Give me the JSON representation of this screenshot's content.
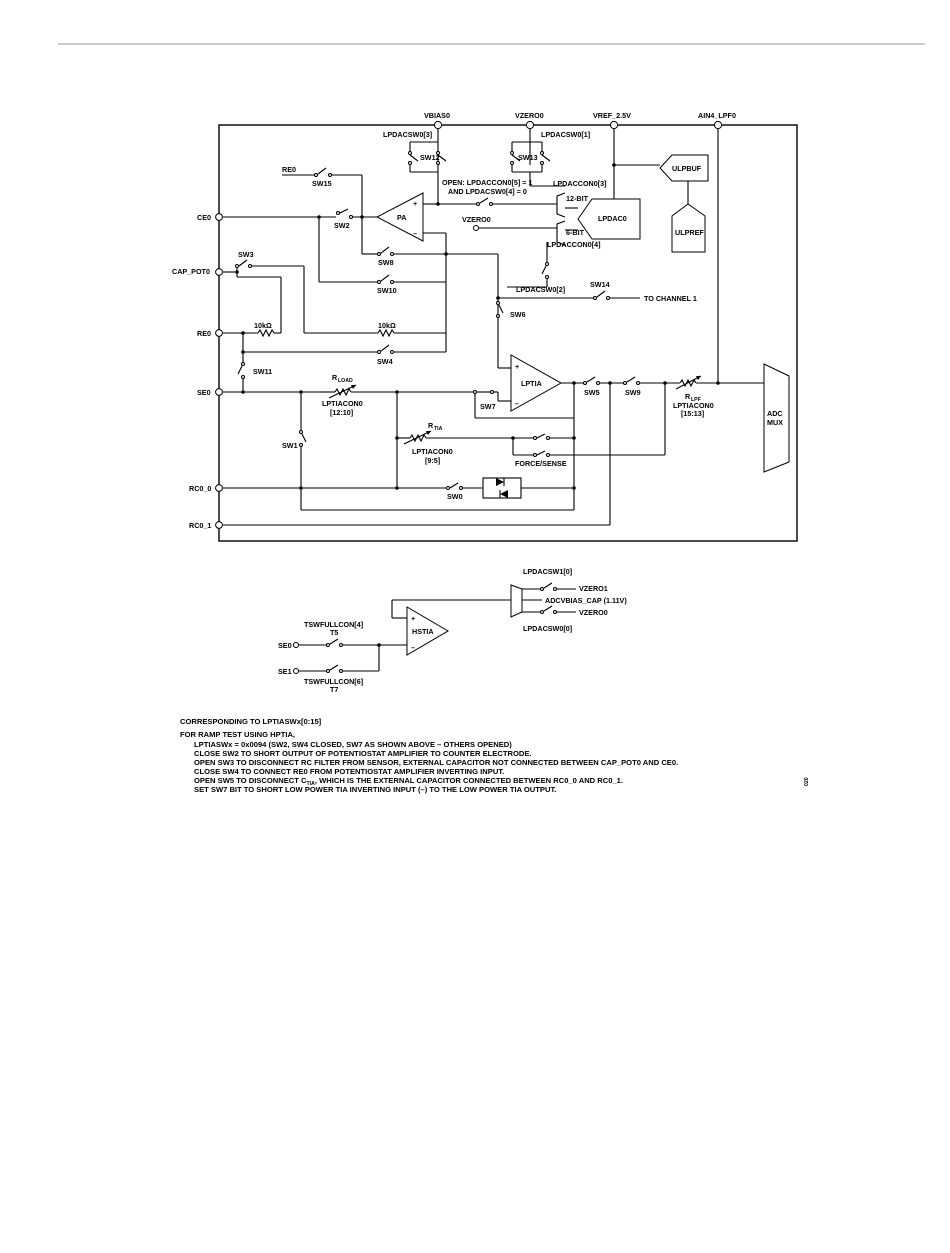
{
  "pins": {
    "vbias0": "VBIAS0",
    "vzero0": "VZERO0",
    "vref": "VREF_2.5V",
    "ain4": "AIN4_LPF0",
    "ce0": "CE0",
    "cap_pot0": "CAP_POT0",
    "re0": "RE0",
    "se0": "SE0",
    "rc0_0": "RC0_0",
    "rc0_1": "RC0_1"
  },
  "blocks": {
    "pa": "PA",
    "lptia": "LPTIA",
    "lpdac0": "LPDAC0",
    "ulpbuf": "ULPBUF",
    "ulpref": "ULPREF",
    "adc_mux_l1": "ADC",
    "adc_mux_l2": "MUX",
    "dac_12bit": "12-BIT",
    "dac_6bit": "6-BIT"
  },
  "labels": {
    "re0_top": "RE0",
    "vzero0_mid": "VZERO0",
    "lpdacsw0_3": "LPDACSW0[3]",
    "lpdacsw0_1": "LPDACSW0[1]",
    "lpdaccon0_3": "LPDACCON0[3]",
    "lpdaccon0_4": "LPDACCON0[4]",
    "lpdacsw0_2": "LPDACSW0[2]",
    "open_line1": "OPEN: LPDACCON0[5] = 1",
    "open_line2": "AND LPDACSW0[4] = 0",
    "to_channel1": "TO CHANNEL 1",
    "r10k_a": "10kΩ",
    "r10k_b": "10kΩ",
    "rload_main": "R",
    "rload_sub": "LOAD",
    "rload_reg1": "LPTIACON0",
    "rload_reg2": "[12:10]",
    "rtia_main": "R",
    "rtia_sub": "TIA",
    "rtia_reg1": "LPTIACON0",
    "rtia_reg2": "[9:5]",
    "rlpf_main": "R",
    "rlpf_sub": "LPF",
    "rlpf_reg1": "LPTIACON0",
    "rlpf_reg2": "[15:13]",
    "force_sense": "FORCE/SENSE"
  },
  "switches": {
    "sw0": "SW0",
    "sw1": "SW1",
    "sw2": "SW2",
    "sw3": "SW3",
    "sw4": "SW4",
    "sw5": "SW5",
    "sw6": "SW6",
    "sw7": "SW7",
    "sw8": "SW8",
    "sw9": "SW9",
    "sw10": "SW10",
    "sw11": "SW11",
    "sw12": "SW12",
    "sw13": "SW13",
    "sw14": "SW14",
    "sw15": "SW15"
  },
  "hstia": {
    "block": "HSTIA",
    "lpdacsw1_0": "LPDACSW1[0]",
    "vzero1": "VZERO1",
    "adcvbias": "ADCVBIAS_CAP (1.11V)",
    "vzero0": "VZERO0",
    "lpdacsw0_0": "LPDACSW0[0]",
    "tswfullcon4": "TSWFULLCON[4]",
    "t5": "T5",
    "se0": "SE0",
    "se1": "SE1",
    "tswfullcon6": "TSWFULLCON[6]",
    "t7": "T7"
  },
  "notes": {
    "line1": "CORRESPONDING TO LPTIASWx[0:15]",
    "line2": "FOR RAMP TEST USING HPTIA,",
    "items": [
      "LPTIASWx = 0x0094 (SW2, SW4 CLOSED, SW7 AS SHOWN ABOVE – OTHERS OPENED)",
      "CLOSE SW2 TO SHORT OUTPUT OF POTENTIOSTAT AMPLIFIER TO COUNTER ELECTRODE.",
      "OPEN SW3 TO DISCONNECT RC FILTER FROM SENSOR, EXTERNAL CAPACITOR NOT CONNECTED BETWEEN CAP_POT0 AND CE0.",
      "CLOSE SW4 TO CONNECT RE0 FROM POTENTIOSTAT AMPLIFIER INVERTING INPUT."
    ],
    "sw5_pre": "OPEN SW5 TO DISCONNECT C",
    "sw5_sub": "TIA",
    "sw5_post": ", WHICH IS THE EXTERNAL CAPACITOR CONNECTED BETWEEN RC0_0 AND RC0_1.",
    "item6": "SET SW7 BIT TO SHORT LOW POWER TIA INVERTING INPUT (–) TO THE LOW POWER TIA OUTPUT.",
    "figure_id": "020"
  }
}
